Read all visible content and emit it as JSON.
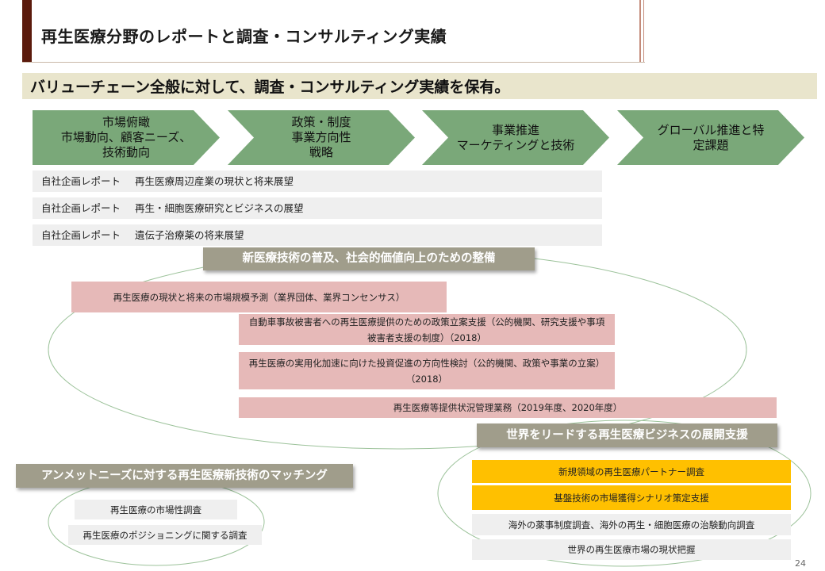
{
  "header": {
    "title": "再生医療分野のレポートと調査・コンサルティング実績"
  },
  "subtitle": "バリューチェーン全般に対して、調査・コンサルティング実績を保有。",
  "chevrons": [
    {
      "label": "市場俯瞰\n市場動向、顧客ニーズ、\n技術動向"
    },
    {
      "label": "政策・制度\n事業方向性\n戦略"
    },
    {
      "label": "事業推進\nマーケティングと技術"
    },
    {
      "label": "グローバル推進と特\n定課題"
    }
  ],
  "reports": [
    {
      "label": "自社企画レポート",
      "title": "再生医療周辺産業の現状と将来展望"
    },
    {
      "label": "自社企画レポート",
      "title": "再生・細胞医療研究とビジネスの展望"
    },
    {
      "label": "自社企画レポート",
      "title": "遺伝子治療薬の将来展望"
    }
  ],
  "groups": {
    "center": {
      "tag": "新医療技術の普及、社会的価値向上のための整備",
      "items": [
        "再生医療の現状と将来の市場規模予測（業界団体、業界コンセンサス）",
        "自動車事故被害者への再生医療提供のための政策立案支援（公的機関、研究支援や事項被害者支援の制度）（2018）",
        "再生医療の実用化加速に向けた投資促進の方向性検討（公的機関、政策や事業の立案）（2018）",
        "再生医療等提供状況管理業務（2019年度、2020年度）"
      ]
    },
    "left": {
      "tag": "アンメットニーズに対する再生医療新技術のマッチング",
      "items": [
        "再生医療の市場性調査",
        "再生医療のポジショニングに関する調査"
      ]
    },
    "right": {
      "tag": "世界をリードする再生医療ビジネスの展開支援",
      "items": [
        "新規領域の再生医療パートナー調査",
        "基盤技術の市場獲得シナリオ策定支援",
        "海外の薬事制度調査、海外の再生・細胞医療の治験動向調査",
        "世界の再生医療市場の現状把握"
      ]
    }
  },
  "page_number": "24",
  "colors": {
    "header_accent": "#5b1a0c",
    "chevron": "#7aa879",
    "pink_box": "#e6b9b8",
    "yellow_box": "#ffc000",
    "tag": "#a09d8b",
    "subtitle_band": "#e9e5cc"
  }
}
